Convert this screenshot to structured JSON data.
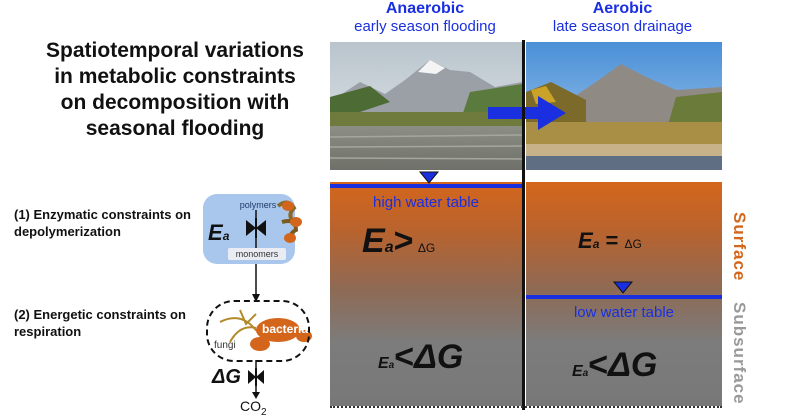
{
  "title": "Spatiotemporal variations in metabolic constraints on decomposition with seasonal flooding",
  "columns": {
    "left": {
      "heading": "Anaerobic",
      "subheading": "early season flooding"
    },
    "right": {
      "heading": "Aerobic",
      "subheading": "late season drainage"
    }
  },
  "soil": {
    "left_water_table": "high water table",
    "right_water_table": "low water table",
    "side_surface": "Surface",
    "side_subsurface": "Subsurface"
  },
  "equations": {
    "ea": "E",
    "ea_sub": "a",
    "dg": "ΔG",
    "gt": ">",
    "eq": "=",
    "lt": "<"
  },
  "diagram": {
    "step1_label": "(1) Enzymatic constraints on depolymerization",
    "step2_label": "(2) Energetic constraints on respiration",
    "polymers": "polymers",
    "monomers": "monomers",
    "bacteria": "bacteria",
    "fungi": "fungi",
    "dg": "ΔG",
    "co2": "CO",
    "co2_sub": "2",
    "ea": "E",
    "ea_sub": "a"
  },
  "colors": {
    "accent_blue": "#1a2fe0",
    "surface_orange": "#d4661c",
    "subsurface_gray": "#999999",
    "enzyme_box": "#a9c7ec",
    "cell_orange": "#d4661c"
  }
}
